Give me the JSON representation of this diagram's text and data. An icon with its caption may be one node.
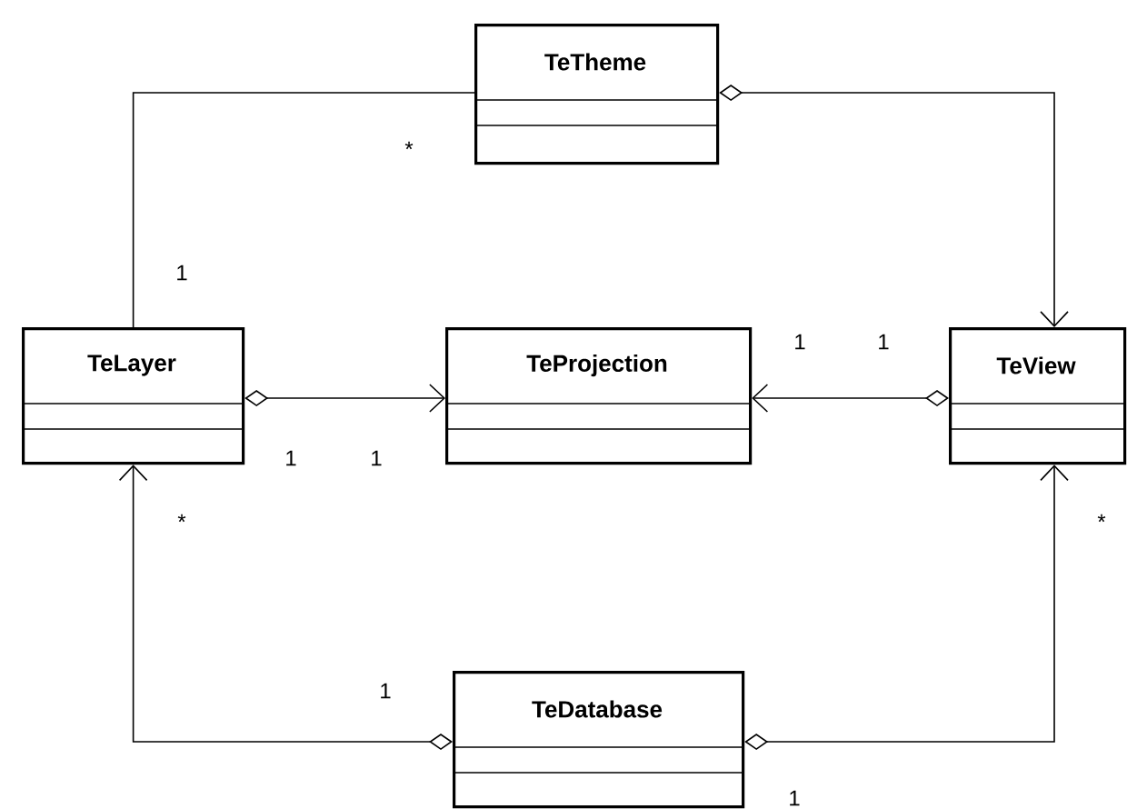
{
  "diagram": {
    "nodes": [
      {
        "text": [
          "TeTheme"
        ]
      },
      {
        "text": [
          "TeLayer"
        ]
      },
      {
        "text": [
          "TeProjection"
        ]
      },
      {
        "text": [
          "TeView"
        ]
      },
      {
        "text": [
          "TeDatabase"
        ]
      }
    ],
    "edges": [
      {
        "from": 0,
        "to": 1,
        "arrow": "none"
      },
      {
        "from": 0,
        "to": 3,
        "arrow": "to"
      },
      {
        "from": 1,
        "to": 2,
        "arrow": "to"
      },
      {
        "from": 3,
        "to": 2,
        "arrow": "to"
      },
      {
        "from": 4,
        "to": 1,
        "arrow": "to"
      },
      {
        "from": 4,
        "to": 3,
        "arrow": "to"
      }
    ],
    "labels": [
      "*",
      "1",
      "1",
      "1",
      "1",
      "1",
      "*",
      "*",
      "1",
      "1"
    ]
  }
}
